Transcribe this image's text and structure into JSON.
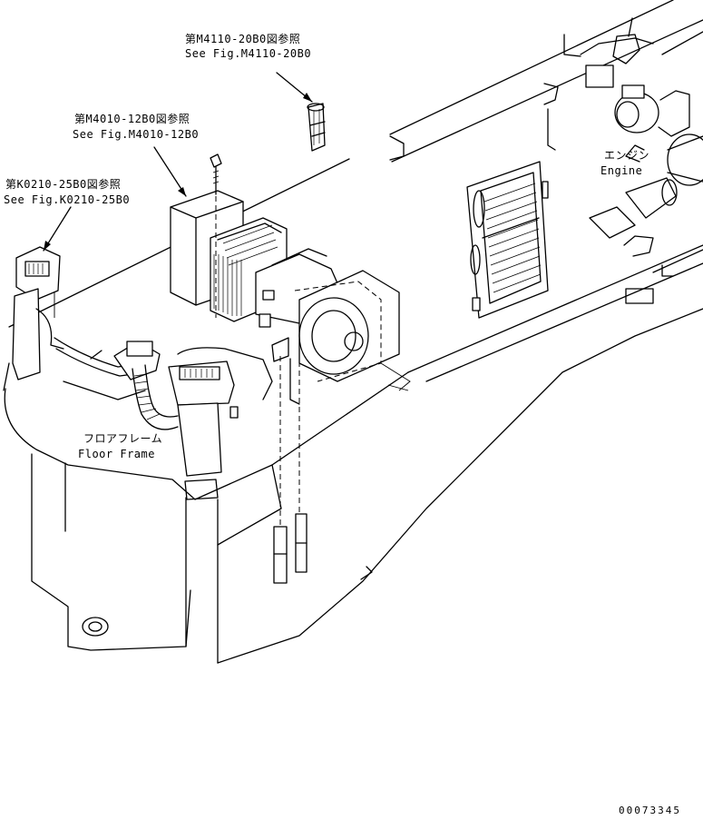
{
  "callouts": [
    {
      "jp": "第M4110-20B0図参照",
      "en": "See Fig.M4110-20B0"
    },
    {
      "jp": "第M4010-12B0図参照",
      "en": "See Fig.M4010-12B0"
    },
    {
      "jp": "第K0210-25B0図参照",
      "en": "See Fig.K0210-25B0"
    }
  ],
  "labels": {
    "engine_jp": "エンジン",
    "engine_en": "Engine",
    "floor_jp": "フロアフレーム",
    "floor_en": "Floor Frame"
  },
  "drawing_number": "00073345"
}
